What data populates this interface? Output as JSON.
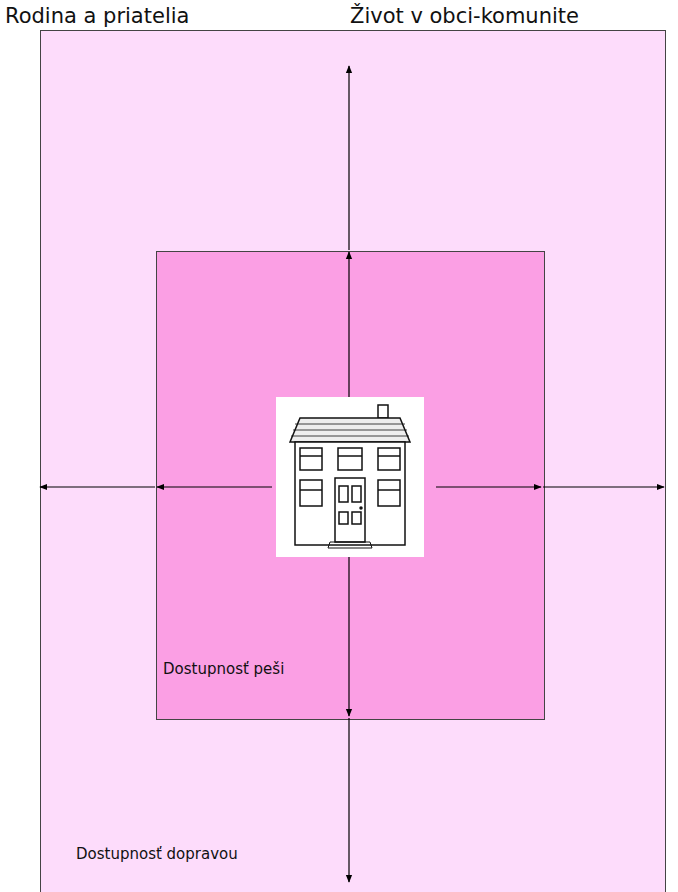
{
  "diagram": {
    "nodes": [
      {
        "text": [
          "Dostupnosť dopravou"
        ]
      },
      {
        "text": [
          "Dostupnosť peši"
        ],
        "in": 0
      }
    ],
    "labels": [
      "Rodina a priatelia",
      "Život v obci-komunite"
    ]
  }
}
